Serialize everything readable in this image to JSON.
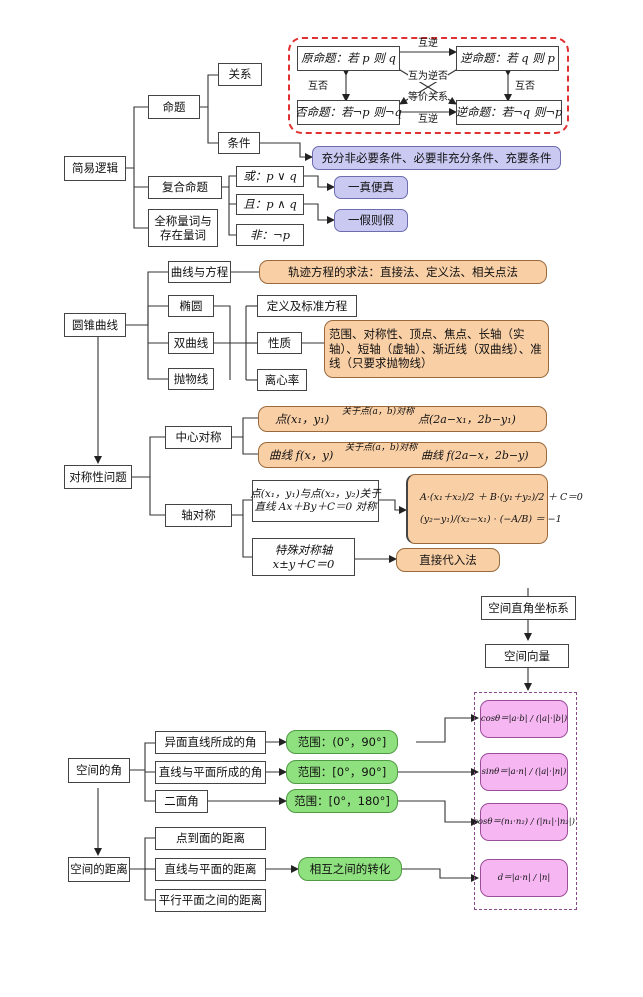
{
  "logic": {
    "root": "简易逻辑",
    "proposition": "命题",
    "relation": "关系",
    "condition": "条件",
    "compound": "复合命题",
    "quantifier": "全称量词与存在量词",
    "original": "原命题：若 p 则 q",
    "converse": "逆命题：若 q 则 p",
    "inverse": "否命题：若¬p 则¬q",
    "contrapositive": "逆命题：若¬q 则¬p",
    "mutual_converse_top": "互逆",
    "mutual_converse_bottom": "互逆",
    "mutual_negation_left": "互否",
    "mutual_negation_right": "互否",
    "mutual_contra": "互为逆否",
    "equivalent": "等价关系",
    "condition_types": "充分非必要条件、必要非充分条件、充要条件",
    "or": "或：p ∨ q",
    "and": "且：p ∧ q",
    "not": "非：¬p",
    "or_rule": "一真便真",
    "and_rule": "一假则假"
  },
  "conic": {
    "root": "圆锥曲线",
    "curve_equation": "曲线与方程",
    "ellipse": "椭圆",
    "hyperbola": "双曲线",
    "parabola": "抛物线",
    "locus_methods": "轨迹方程的求法：直接法、定义法、相关点法",
    "definition": "定义及标准方程",
    "properties": "性质",
    "eccentricity": "离心率",
    "properties_detail": "范围、对称性、顶点、焦点、长轴（实轴）、短轴（虚轴）、渐近线（双曲线）、准线（只要求抛物线）"
  },
  "symmetry": {
    "root": "对称性问题",
    "central": "中心对称",
    "axial": "轴对称",
    "point_from": "点(x₁，y₁)",
    "point_arrow": "关于点(a，b)对称",
    "point_to": "点(2a−x₁，2b−y₁)",
    "curve_from": "曲线 f(x，y)",
    "curve_arrow": "关于点(a，b)对称",
    "curve_to": "曲线 f(2a−x，2b−y)",
    "axis_line1": "点(x₁，y₁)与点(x₂，y₂)关于",
    "axis_line2": "直线 Ax＋By＋C＝0 对称",
    "formula1": "A·(x₁＋x₂)/2 ＋ B·(y₁＋y₂)/2 ＋ C＝0",
    "formula2": "(y₂−y₁)/(x₂−x₁) · (−A/B) ＝ −1",
    "special_line1": "特殊对称轴",
    "special_line2": "x±y＋C＝0",
    "substitution": "直接代入法"
  },
  "space": {
    "coordinate_system": "空间直角坐标系",
    "vector": "空间向量",
    "angle": "空间的角",
    "distance": "空间的距离",
    "skew_angle": "异面直线所成的角",
    "line_plane_angle": "直线与平面所成的角",
    "dihedral": "二面角",
    "range1": "范围：(0°，90°]",
    "range2": "范围：[0°，90°]",
    "range3": "范围：[0°，180°]",
    "point_plane": "点到面的距离",
    "line_plane_dist": "直线与平面的距离",
    "plane_plane_dist": "平行平面之间的距离",
    "mutual_transform": "相互之间的转化",
    "formula_cos1": "cosθ＝|a·b| / (|a|·|b|)",
    "formula_sin": "sinθ＝|a·n| / (|a|·|n|)",
    "formula_cos2": "cosθ＝(n₁·n₂) / (|n₁|·|n₂|)",
    "formula_d": "d＝|a·n| / |n|"
  },
  "colors": {
    "purple": "#c9c9f2",
    "orange": "#f9cfa6",
    "green": "#8fe07e",
    "pink": "#f5b6f2",
    "red_dash": "#e03030"
  }
}
